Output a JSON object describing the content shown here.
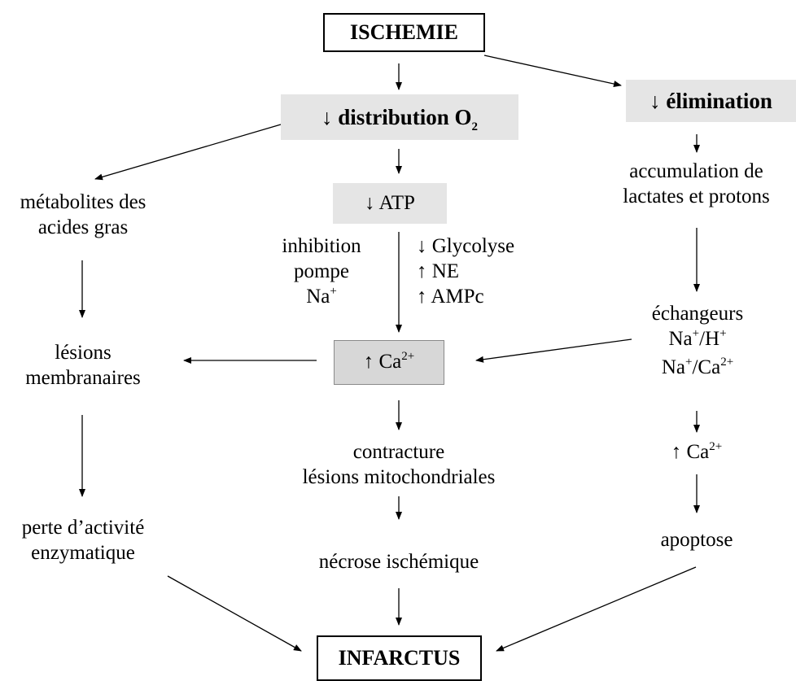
{
  "nodes": {
    "ischemie": "ISCHEMIE",
    "distribution": {
      "prefix": "↓ distribution O",
      "sub": "2"
    },
    "elimination": "↓ élimination",
    "metabolites": [
      "métabolites des",
      "acides gras"
    ],
    "atp": "↓ ATP",
    "accumulation": [
      "accumulation de",
      "lactates et protons"
    ],
    "inhibition": {
      "line1": "inhibition",
      "line2": "pompe",
      "line3_base": "Na",
      "line3_sup": "+"
    },
    "glycolyse": [
      "↓ Glycolyse",
      "↑ NE",
      "↑ AMPc"
    ],
    "lesions_membranaires": [
      "lésions",
      "membranaires"
    ],
    "ca_center": {
      "base": "↑ Ca",
      "sup": "2+"
    },
    "echangeurs": {
      "title": "échangeurs",
      "line2": {
        "a": "Na",
        "a_sup": "+",
        "b": "/H",
        "b_sup": "+"
      },
      "line3": {
        "a": "Na",
        "a_sup": "+",
        "b": "/Ca",
        "b_sup": "2+"
      }
    },
    "contracture": [
      "contracture",
      "lésions mitochondriales"
    ],
    "ca_right": {
      "base": "↑ Ca",
      "sup": "2+"
    },
    "perte": [
      "perte d’activité",
      "enzymatique"
    ],
    "necrose": "nécrose ischémique",
    "apoptose": "apoptose",
    "infarctus": "INFARCTUS"
  }
}
